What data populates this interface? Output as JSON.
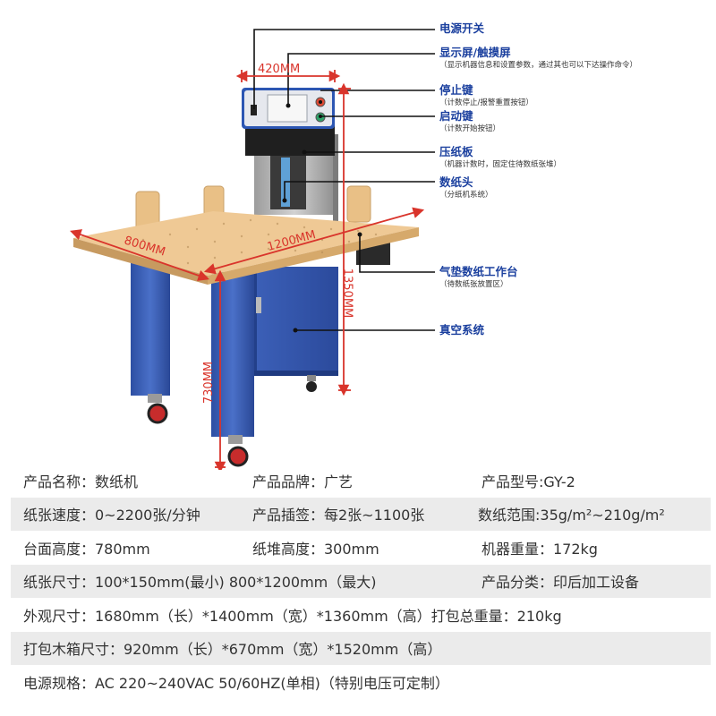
{
  "callouts": [
    {
      "id": "power",
      "title": "电源开关",
      "sub": ""
    },
    {
      "id": "screen",
      "title": "显示屏/触摸屏",
      "sub": "（显示机器信息和设置参数，通过其也可以下达操作命令）"
    },
    {
      "id": "stop",
      "title": "停止键",
      "sub": "（计数停止/报警重置按钮）"
    },
    {
      "id": "start",
      "title": "启动键",
      "sub": "（计数开始按钮）"
    },
    {
      "id": "press",
      "title": "压纸板",
      "sub": "（机器计数时，固定住待数纸张堆）"
    },
    {
      "id": "head",
      "title": "数纸头",
      "sub": "（分纸机系统）"
    },
    {
      "id": "table",
      "title": "气垫数纸工作台",
      "sub": "（待数纸张放置区）"
    },
    {
      "id": "vacuum",
      "title": "真空系统",
      "sub": ""
    }
  ],
  "dimensions": {
    "width_panel": "420MM",
    "table_depth": "800MM",
    "table_width": "1200MM",
    "total_height": "1350MM",
    "table_height": "730MM"
  },
  "specs": [
    {
      "cells": [
        "产品名称：数纸机",
        "产品品牌：广艺",
        "产品型号:GY-2"
      ]
    },
    {
      "cells": [
        "纸张速度：0~2200张/分钟",
        "产品插签：每2张~1100张",
        "数纸范围:35g/m²~210g/m²"
      ]
    },
    {
      "cells": [
        "台面高度：780mm",
        "纸堆高度：300mm",
        "机器重量：172kg"
      ]
    },
    {
      "cells": [
        "纸张尺寸：100*150mm(最小) 800*1200mm（最大)",
        "产品分类：印后加工设备"
      ]
    },
    {
      "cells": [
        "外观尺寸：1680mm（长）*1400mm（宽）*1360mm（高）打包总重量：210kg"
      ]
    },
    {
      "cells": [
        "打包木箱尺寸：920mm（长）*670mm（宽）*1520mm（高）"
      ]
    },
    {
      "cells": [
        "电源规格：AC 220~240VAC  50/60HZ(单相)（特别电压可定制）"
      ]
    }
  ],
  "colors": {
    "accent_blue": "#1a3f9e",
    "dimension_red": "#d9342b",
    "leg_blue": "#3a5fb8",
    "table_wood": "#efc995",
    "stop_button": "#e04a35",
    "start_button": "#2fa36a",
    "row_shade": "#ebebeb"
  }
}
